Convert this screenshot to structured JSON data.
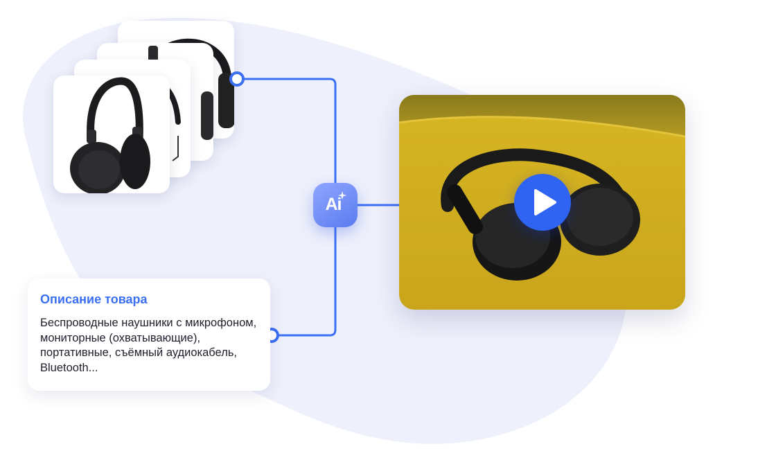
{
  "description_card": {
    "title": "Описание товара",
    "text": "Беспроводные наушники с микрофоном, мониторные (охватывающие), портативные, съёмный аудиокабель, Bluetooth..."
  },
  "ai_node": {
    "label": "Ai",
    "icon": "sparkle-icon"
  },
  "video": {
    "play_icon": "play-icon",
    "background_color": "#d9b321"
  },
  "product_images": {
    "count": 4,
    "icon": "headphones-icon"
  },
  "colors": {
    "accent": "#3b6ff3",
    "blob": "#eef0fb",
    "connector": "#3b6ff3"
  }
}
